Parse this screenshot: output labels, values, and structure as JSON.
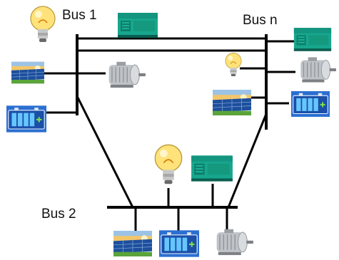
{
  "buses": [
    {
      "id": "bus1",
      "label": "Bus  1"
    },
    {
      "id": "busn",
      "label": "Bus  n"
    },
    {
      "id": "bus2",
      "label": "Bus  2"
    }
  ],
  "devices": {
    "bus1": [
      "light-bulb-icon",
      "diesel-generator-icon",
      "solar-panel-icon",
      "electric-motor-icon",
      "battery-storage-icon"
    ],
    "busn": [
      "diesel-generator-icon",
      "light-bulb-icon",
      "electric-motor-icon",
      "solar-panel-icon",
      "battery-storage-icon"
    ],
    "bus2": [
      "light-bulb-icon",
      "diesel-generator-icon",
      "solar-panel-icon",
      "battery-storage-icon",
      "electric-motor-icon"
    ]
  },
  "colors": {
    "line": "#000000",
    "generator": "#17a68e",
    "generator_dark": "#0e7f6c",
    "solar_cell": "#1d4f9c",
    "sky": "#f3c66a",
    "grass": "#5aa43a",
    "battery": "#2b6fd1",
    "battery_cell": "#66c6ff",
    "motor_body": "#bfc3c7",
    "bulb_glass": "#ffe27a"
  }
}
